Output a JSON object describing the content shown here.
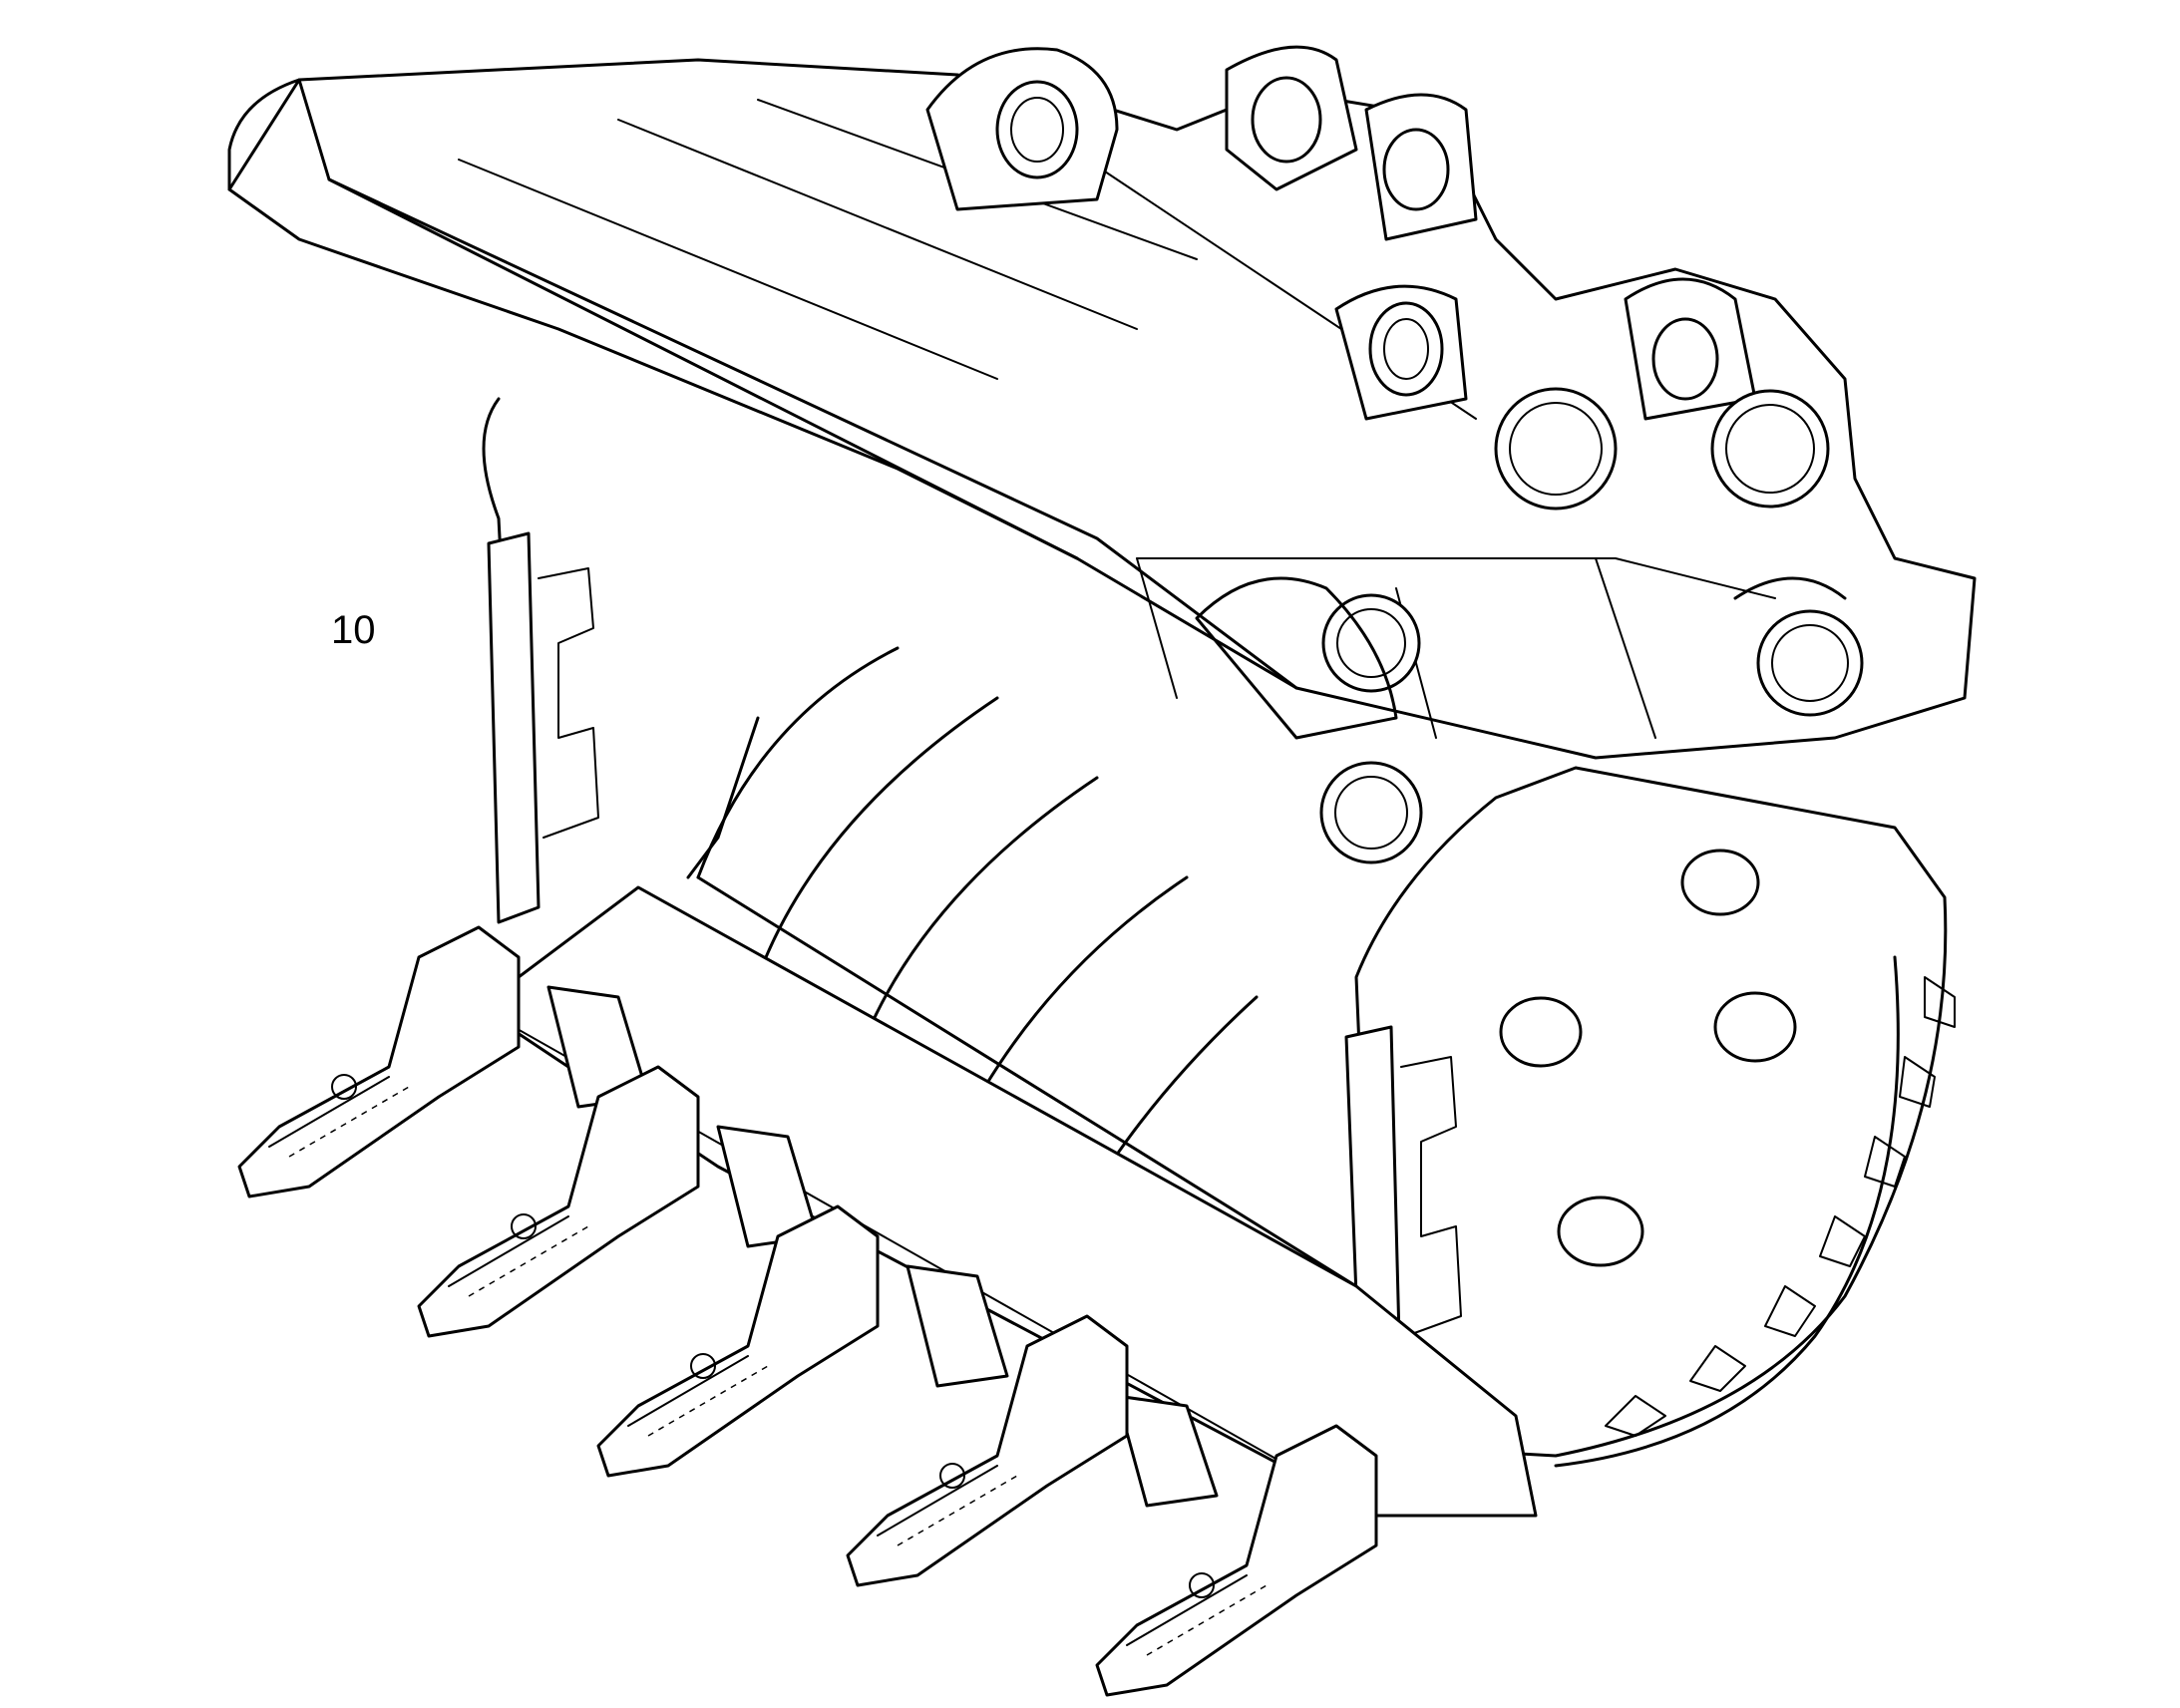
{
  "callout": {
    "label": "10"
  },
  "colors": {
    "line": "#000000",
    "background": "#ffffff"
  },
  "drawing": {
    "subject": "excavator-bucket-line-drawing",
    "tooth_count": 5
  }
}
